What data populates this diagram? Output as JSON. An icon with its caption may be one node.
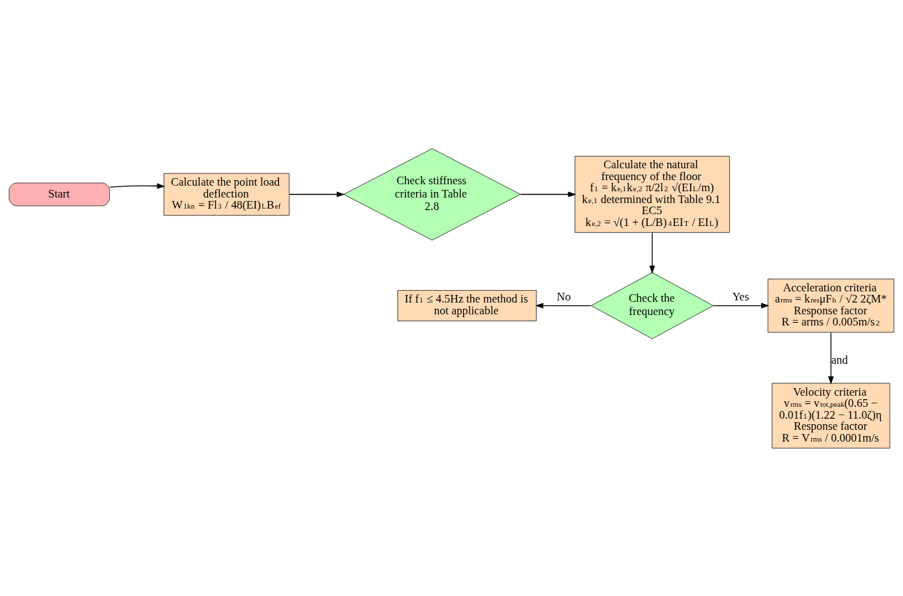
{
  "diagram": {
    "nodes": [
      {
        "text": [
          "Start"
        ]
      },
      {
        "text": [
          "Calculate the point load deflection",
          "W$_{1kn}$ = Fl$^{3}$ / 48(EI)$_{L}$B$_{ef}$"
        ]
      },
      {
        "text": [
          "Check stiffness criteria in Table 2.8"
        ]
      },
      {
        "text": [
          "Calculate the natural frequency of the floor",
          "f$_{1}$ = k$_{e,1}$k$_{e,2}$ π/2l$^{2}$ √(EI$_{L}$/m)",
          "k$_{e,1}$ determined with Table 9.1 EC5",
          "k$_{e,2}$ = √(1 + (L/B)$^{4}$EI$_{T}$ / EI$_{L}$)"
        ]
      },
      {
        "text": [
          "Check the frequency"
        ]
      },
      {
        "text": [
          "If f$_{1}$ ≤ 4.5Hz the method is not applicable"
        ]
      },
      {
        "text": [
          "Acceleration criteria",
          "a$_{rms}$ = k$_{res}$μF$_{h}$ / √2 2ζM*",
          "Response factor",
          "R = arms / 0.005m/s$^{2}$"
        ]
      },
      {
        "text": [
          "Velocity criteria",
          "v$_{rms}$ = v$_{tot,peak}$(0.65 − 0.01f$_{1}$)(1.22 − 11.0ζ)η",
          "Response factor",
          "R = V$_{rms}$ / 0.0001m/s"
        ]
      }
    ],
    "edges": [
      {
        "from": 0,
        "to": 1,
        "arrow": "to"
      },
      {
        "from": 1,
        "to": 2,
        "arrow": "to"
      },
      {
        "from": 2,
        "to": 3,
        "arrow": "to"
      },
      {
        "from": 3,
        "to": 4,
        "arrow": "to"
      },
      {
        "from": 4,
        "to": 5,
        "arrow": "to",
        "label": "No"
      },
      {
        "from": 4,
        "to": 6,
        "arrow": "to",
        "label": "Yes"
      },
      {
        "from": 6,
        "to": 7,
        "arrow": "to",
        "label": "and"
      }
    ]
  }
}
